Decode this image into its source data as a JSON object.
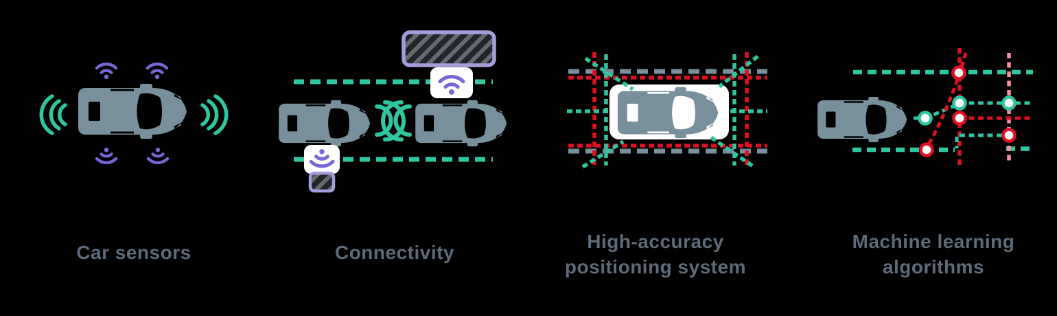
{
  "figure": {
    "panels": [
      {
        "id": "car-sensors",
        "label": "Car sensors"
      },
      {
        "id": "connectivity",
        "label": "Connectivity"
      },
      {
        "id": "high-accuracy-positioning",
        "label": "High-accuracy positioning system"
      },
      {
        "id": "machine-learning",
        "label": "Machine learning algorithms"
      }
    ]
  },
  "colors": {
    "background": "#000000",
    "label_text": "#5d6b7b",
    "car_body": "#78909c",
    "teal": "#2fc6a0",
    "purple": "#7668d6",
    "lavender": "#a59ede",
    "red": "#e01022",
    "pink": "#f2929f",
    "gray_dash": "#78909c",
    "sign_fill": "#22252a",
    "sign_stripe": "#646a72",
    "white": "#ffffff"
  }
}
